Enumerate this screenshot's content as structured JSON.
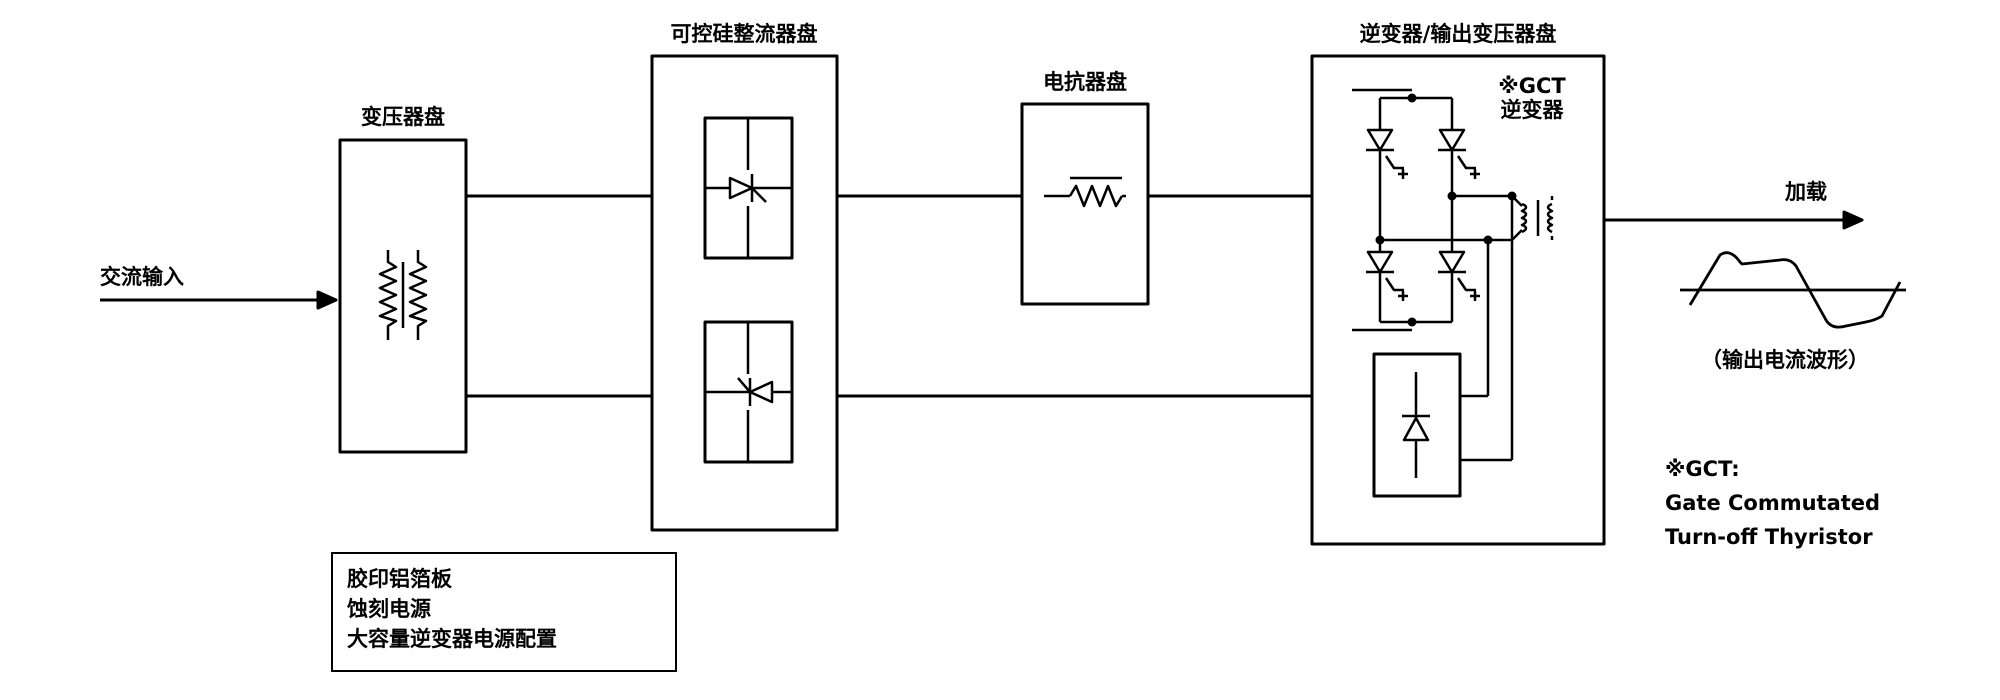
{
  "labels": {
    "input": "交流输入",
    "transformer_panel": "变压器盘",
    "rectifier_panel": "可控硅整流器盘",
    "reactor_panel": "电抗器盘",
    "inverter_panel": "逆变器/输出变压器盘",
    "gct_inverter_line1": "※GCT",
    "gct_inverter_line2": "逆变器",
    "load": "加载",
    "waveform_caption": "（输出电流波形）"
  },
  "notes": {
    "line1": "胶印铝箔板",
    "line2": "蚀刻电源",
    "line3": "大容量逆变器电源配置"
  },
  "legend": {
    "title": "※GCT:",
    "line1": "Gate Commutated",
    "line2": "Turn-off Thyristor"
  }
}
